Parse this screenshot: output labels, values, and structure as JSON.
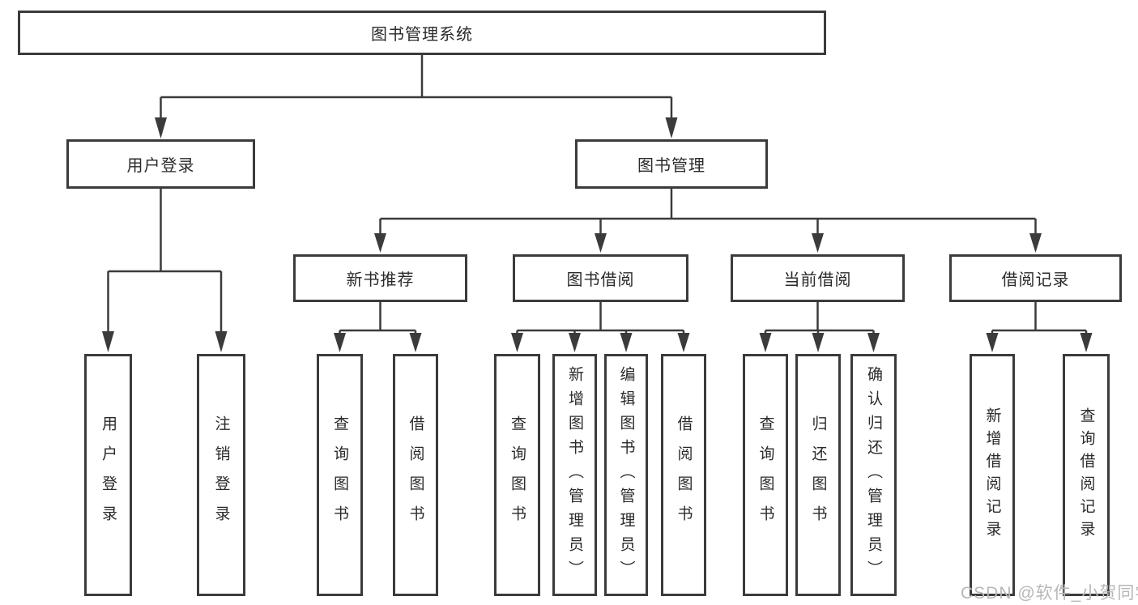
{
  "diagram": {
    "root_label": "图书管理系统",
    "user_login": {
      "label": "用户登录",
      "children": [
        "用户登录",
        "注销登录"
      ]
    },
    "book_mgmt": {
      "label": "图书管理",
      "sections": [
        {
          "label": "新书推荐",
          "children": [
            "查询图书",
            "借阅图书"
          ]
        },
        {
          "label": "图书借阅",
          "children": [
            "查询图书",
            "新增图书（管理员）",
            "编辑图书（管理员）",
            "借阅图书"
          ]
        },
        {
          "label": "当前借阅",
          "children": [
            "查询图书",
            "归还图书",
            "确认归还（管理员）"
          ]
        },
        {
          "label": "借阅记录",
          "children": [
            "新增借阅记录",
            "查询借阅记录"
          ]
        }
      ]
    }
  },
  "watermark": "CSDN @软件_小贺同学",
  "colors": {
    "line": "#3b3b3b",
    "text": "#2a2a2a",
    "watermark": "#b9b9b9",
    "background": "#ffffff"
  }
}
